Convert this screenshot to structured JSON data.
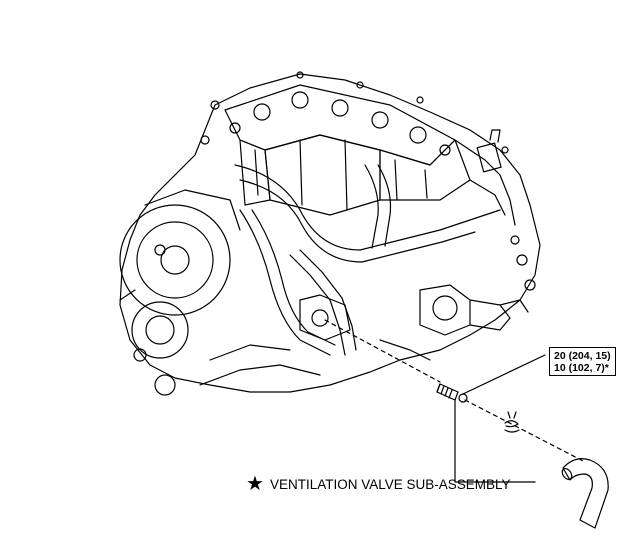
{
  "torque_spec": {
    "line1": "20 (204, 15)",
    "line2": "10 (102, 7)*"
  },
  "part_label": {
    "marker": "★",
    "text": "VENTILATION VALVE SUB-ASSEMBLY"
  },
  "colors": {
    "line": "#000000",
    "background": "#ffffff"
  }
}
